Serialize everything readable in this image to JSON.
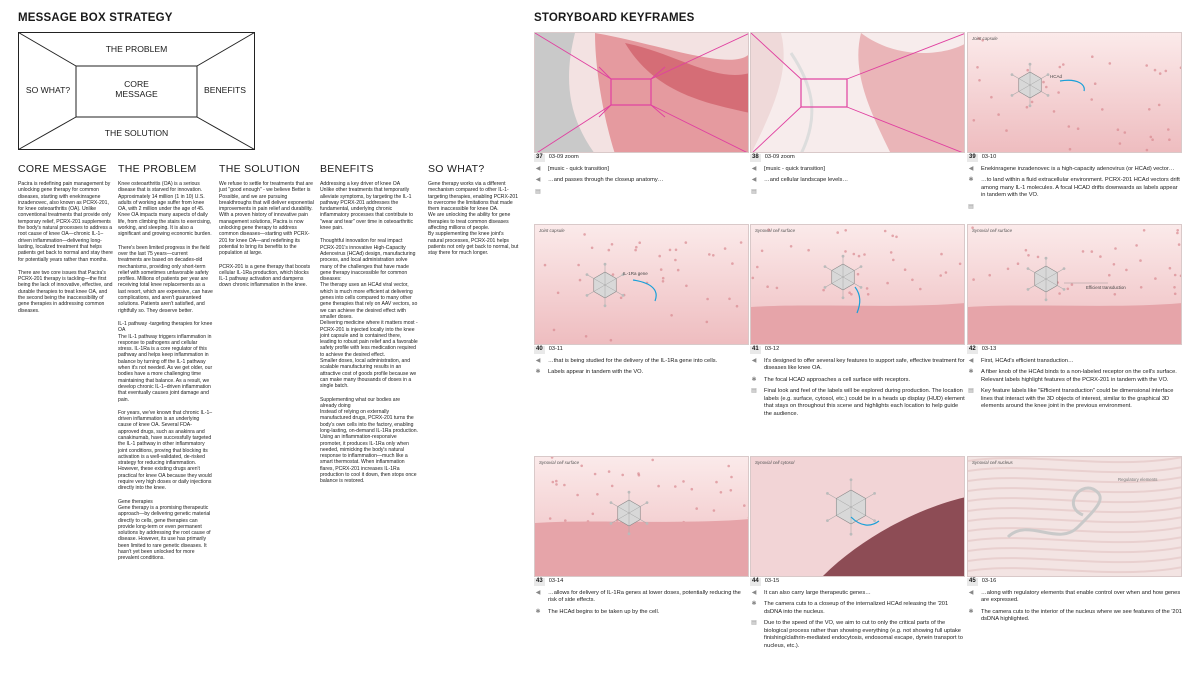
{
  "left": {
    "heading": "MESSAGE BOX STRATEGY",
    "box": {
      "top": "THE PROBLEM",
      "left": "SO WHAT?",
      "center": "CORE\nMESSAGE",
      "right": "BENEFITS",
      "bottom": "THE SOLUTION"
    },
    "columns": [
      {
        "title": "CORE MESSAGE",
        "paras": [
          "Pacira is redefining pain management by unlocking gene therapy for common diseases, starting with enekinragene inzadenovec, also known as PCRX-201, for knee osteoarthritis (OA). Unlike conventional treatments that provide only temporary relief, PCRX-201 supplements the body's natural processes to address a root cause of knee OA—chronic IL-1–driven inflammation—delivering long-lasting, localized treatment that helps patients get back to normal and stay there for potentially years rather than months.",
          "There are two core issues that Pacira's PCRX-201 therapy is tackling—the first being the lack of innovative, effective, and durable therapies to treat knee OA, and the second being the inaccessibility of gene therapies in addressing common diseases."
        ]
      },
      {
        "title": "THE PROBLEM",
        "paras": [
          "Knee osteoarthritis (OA) is a serious disease that is starved for innovation. Approximately 14 million (1 in 10) U.S. adults of working age suffer from knee OA, with 2 million under the age of 45. Knee OA impacts many aspects of daily life, from climbing the stairs to exercising, working, and sleeping. It is also a significant and growing economic burden.",
          "There's been limited progress in the field over the last 75 years—current treatments are based on decades-old mechanisms, providing only short-term relief with sometimes unfavorable safety profiles. Millions of patients per year are receiving total knee replacements as a last resort, which are expensive, can have complications, and aren't guaranteed solutions. Patients aren't satisfied, and rightfully so. They deserve better.",
          "IL-1 pathway -targeting therapies for knee OA\nThe IL-1 pathway triggers inflammation in response to pathogens and cellular stress. IL-1Ra is a core regulator of this pathway and helps keep inflammation in balance by turning off the IL-1 pathway when it's not needed. As we get older, our bodies have a more challenging time maintaining that balance. As a result, we develop chronic IL-1–driven inflammation that eventually causes joint damage and pain.",
          "For years, we've known that chronic IL-1–driven inflammation is an underlying cause of knee OA. Several FDA-approved drugs, such as anakinra and canakinumab, have successfully targeted the IL-1 pathway in other inflammatory joint conditions, proving that blocking its activation is a well-validated, de-risked strategy for reducing inflammation. However, these existing drugs aren't practical for knee OA because they would require very high doses or daily injections directly into the knee.",
          "Gene therapies\nGene therapy is a promising therapeutic approach—by delivering genetic material directly to cells, gene therapies can provide long-term or even permanent solutions by addressing the root cause of disease. However, its use has primarily been limited to rare genetic diseases. It hasn't yet been unlocked for more prevalent conditions."
        ]
      },
      {
        "title": "THE SOLUTION",
        "paras": [
          "We refuse to settle for treatments that are just \"good enough\" - we believe Better is Possible, and we are pursuing breakthroughs that will deliver exponential improvements in pain relief and durability. With a proven history of innovative pain management solutions, Pacira is now unlocking gene therapy to address common diseases—starting with PCRX-201 for knee OA—and redefining its potential to bring its benefits to the population at large.",
          "PCRX-201 is a gene therapy that boosts cellular IL-1Ra production, which blocks IL-1 pathway activation and dampens down chronic inflammation in the knee."
        ]
      },
      {
        "title": "BENEFITS",
        "paras": [
          "Addressing a key driver of knee OA\nUnlike other treatments that temporarily alleviate symptoms, by targeting the IL-1 pathway PCRX-201 addresses the fundamental, underlying chronic inflammatory processes that contribute to \"wear and tear\" over time in osteoarthritic knee pain.",
          "Thoughtful innovation for real impact\nPCRX-201's innovative High-Capacity Adenovirus (HCAd) design, manufacturing process, and local administration solve many of the challenges that have made gene therapy inaccessible for common diseases:\n   The therapy uses an HCAd viral vector, which is much more efficient at delivering genes into cells compared to many other gene therapies that rely on AAV vectors, so we can achieve the desired effect with smaller doses.\n   Delivering medicine where it matters most - PCRX-201 is injected locally into the knee joint capsule and is contained there, leading to robust pain relief and a favorable safety profile with less medication required to achieve the desired effect.\n   Smaller doses, local administration, and scalable manufacturing results in an attractive cost of goods profile because we can make many thousands of doses in a single batch.",
          "Supplementing what our bodies are already doing\nInstead of relying on externally manufactured drugs, PCRX-201 turns the body's own cells into the factory, enabling long-lasting, on-demand IL-1Ra production. Using an inflammation-responsive promoter, it produces IL-1Ra only when needed, mimicking the body's natural response to inflammation—much like a smart thermostat. When inflammation flares, PCRX-201 increases IL-1Ra production to cool it down, then stops once balance is restored."
        ]
      },
      {
        "title": "SO WHAT?",
        "paras": [
          "Gene therapy works via a different mechanism compared to other IL-1-targeting therapies, enabling PCRX-201 to overcome the limitations that made them inaccessible for knee OA.\nWe are unlocking the ability for gene therapies to treat common diseases affecting millions of people.\nBy supplementing the knee joint's natural processes, PCRX-201 helps patients not only get back to normal, but stay there for much longer."
        ]
      }
    ]
  },
  "right": {
    "heading": "STORYBOARD KEYFRAMES",
    "frames": [
      {
        "num": "37",
        "time": "03-09 zoom",
        "tag": "",
        "lines": [
          {
            "icon": "speaker-icon",
            "text": "[music - quick transition]"
          },
          {
            "icon": "speaker-icon",
            "text": "…and passes through the closeup anatomy…"
          },
          {
            "icon": "notes-icon",
            "text": ""
          }
        ]
      },
      {
        "num": "38",
        "time": "03-09 zoom",
        "tag": "",
        "lines": [
          {
            "icon": "speaker-icon",
            "text": "[music - quick transition]"
          },
          {
            "icon": "speaker-icon",
            "text": "…and cellular landscape levels…"
          },
          {
            "icon": "notes-icon",
            "text": ""
          }
        ]
      },
      {
        "num": "39",
        "time": "03-10",
        "tag": "Joint capsule",
        "lines": [
          {
            "icon": "speaker-icon",
            "text": "Enekinragene inzadenovec is a high-capacity adenovirus (or HCAd) vector…"
          },
          {
            "icon": "camera-icon",
            "text": "…to land within a fluid extracellular environment. PCRX-201 HCAd vectors drift among many IL-1 molecules. A focal HCAD drifts downwards as labels appear in tandem with the VO."
          },
          {
            "icon": "notes-icon",
            "text": ""
          }
        ]
      },
      {
        "num": "40",
        "time": "03-11",
        "tag": "Joint capsule",
        "lines": [
          {
            "icon": "speaker-icon",
            "text": "…that is being studied for the delivery of the IL-1Ra gene into cells."
          },
          {
            "icon": "camera-icon",
            "text": "Labels appear in tandem with the VO."
          }
        ]
      },
      {
        "num": "41",
        "time": "03-12",
        "tag": "Synovial cell surface",
        "lines": [
          {
            "icon": "speaker-icon",
            "text": "It's designed to offer several key features to support safe, effective treatment for diseases like knee OA."
          },
          {
            "icon": "camera-icon",
            "text": "The focal HCAD approaches a cell surface with receptors."
          },
          {
            "icon": "notes-icon",
            "text": "Final look and feel of the labels will be explored during production. The location labels (e.g. surface, cytosol, etc.) could be in a heads up display (HUD) element that stays on throughout this scene and highlights each location to help guide the audience."
          }
        ]
      },
      {
        "num": "42",
        "time": "03-13",
        "tag": "Synovial cell surface",
        "lines": [
          {
            "icon": "speaker-icon",
            "text": "First, HCAd's efficient transduction…"
          },
          {
            "icon": "camera-icon",
            "text": "A fiber knob of the HCAd binds to a non-labeled receptor on the cell's surface. Relevant labels highlight features of the PCRX-201 in tandem with the VO."
          },
          {
            "icon": "notes-icon",
            "text": "Key feature labels like \"Efficient transduction\" could be dimensional interface lines that interact with the 3D objects of interest, similar to the graphical 3D elements around the knee joint in the previous environment."
          }
        ]
      },
      {
        "num": "43",
        "time": "03-14",
        "tag": "Synovial cell surface",
        "lines": [
          {
            "icon": "speaker-icon",
            "text": "…allows for delivery of IL-1Ra genes at lower doses, potentially reducing the risk of side effects."
          },
          {
            "icon": "camera-icon",
            "text": "The HCAd begins to be taken up by the cell."
          }
        ]
      },
      {
        "num": "44",
        "time": "03-15",
        "tag": "Synovial cell cytosol",
        "lines": [
          {
            "icon": "speaker-icon",
            "text": "It can also carry large therapeutic genes…"
          },
          {
            "icon": "camera-icon",
            "text": "The camera cuts to a closeup of the internalized HCAd releasing the '201 dsDNA into the nucleus."
          },
          {
            "icon": "notes-icon",
            "text": "Due to the speed of the VO, we aim to cut to only the critical parts of the biological process rather than showing everything (e.g. not showing full uptake finishing/clathrin-mediated endocytosis, endosomal escape, dynein transport to nucleus, etc.)."
          }
        ]
      },
      {
        "num": "45",
        "time": "03-16",
        "tag": "Synovial cell nucleus",
        "lines": [
          {
            "icon": "speaker-icon",
            "text": "…along with regulatory elements that enable control over when and how genes are expressed."
          },
          {
            "icon": "camera-icon",
            "text": "The camera cuts to the interior of the nucleus where we see features of the '201 dsDNA highlighted."
          }
        ]
      }
    ],
    "labels": {
      "hcad": "HCAd",
      "il1ra": "IL-1Ra gene",
      "eff": "Efficient transduction",
      "reg": "Regulatory elements"
    }
  },
  "colors": {
    "accent": "#e040a0",
    "bg1": "#f6dede",
    "bg2": "#e9a3a8"
  }
}
